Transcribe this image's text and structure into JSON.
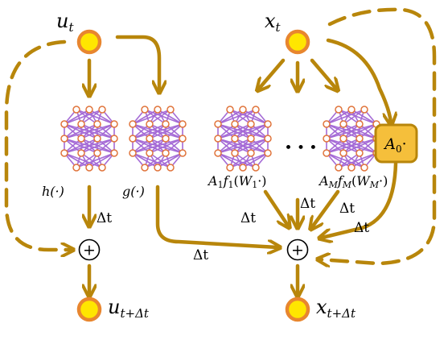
{
  "nodes": {
    "u_in": {
      "base": "u",
      "sub": "t"
    },
    "x_in": {
      "base": "x",
      "sub": "t"
    },
    "u_out": {
      "base": "u",
      "sub": "t+Δt"
    },
    "x_out": {
      "base": "x",
      "sub": "t+Δt"
    }
  },
  "networks": {
    "h": "h(·)",
    "g": "g(·)",
    "f1": {
      "a": "A",
      "a_sub": "1",
      "f": "f",
      "f_sub": "1",
      "w": "W",
      "w_sub": "1"
    },
    "fM": {
      "a": "A",
      "a_sub": "M",
      "f": "f",
      "f_sub": "M",
      "w": "W",
      "w_sub": "M"
    },
    "ellipsis": "• • •"
  },
  "operator": {
    "base": "A",
    "sub": "0",
    "dot": "·"
  },
  "sum_symbol": "+",
  "step_label": "Δt",
  "colors": {
    "arrow": "#b8860b",
    "node_fill": "#ffe600",
    "node_stroke": "#e8862f",
    "net_edge": "#a56bd6",
    "net_node_stroke": "#e0733a",
    "box_fill": "#f5bf3b",
    "box_stroke": "#b8860b"
  }
}
